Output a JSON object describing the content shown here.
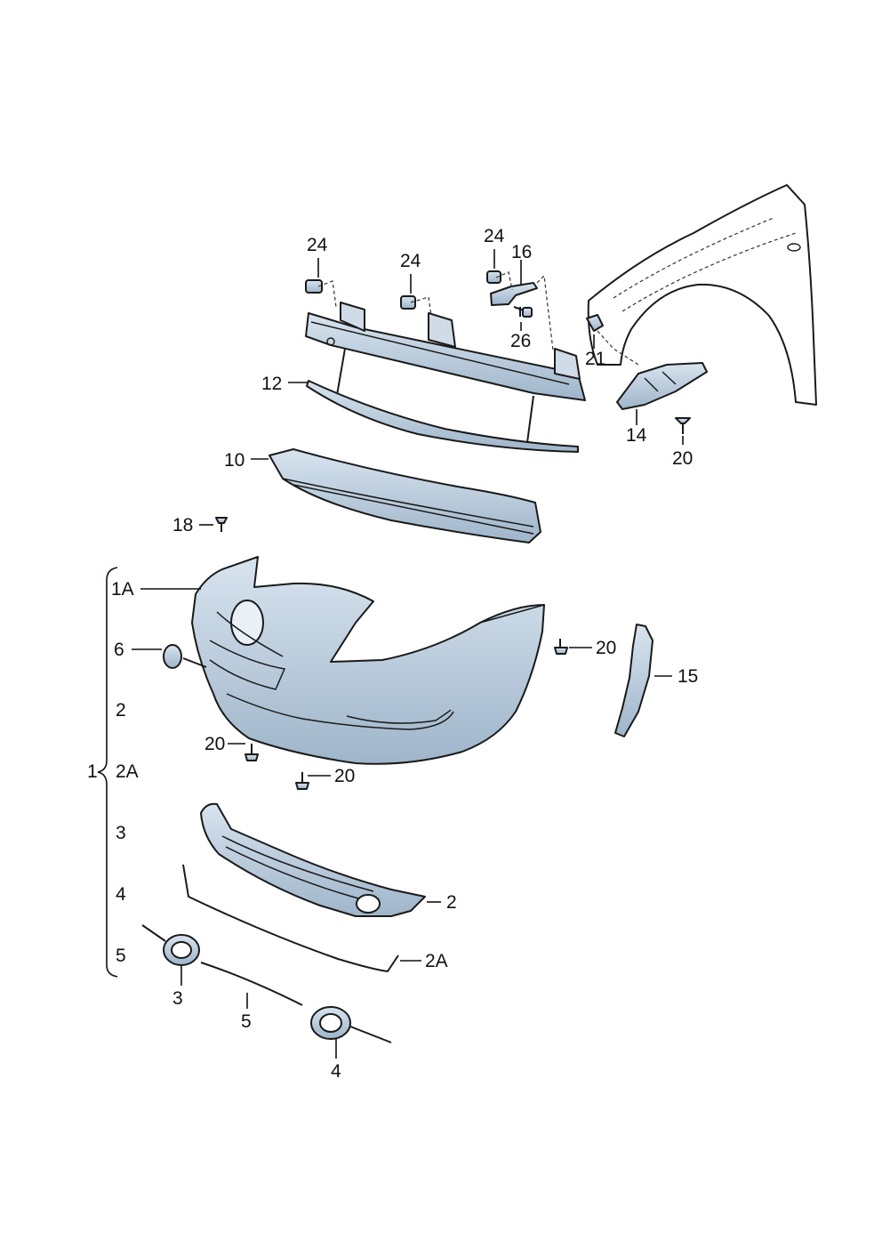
{
  "colors": {
    "part_fill": "#b9cbdc",
    "part_fill_light": "#d2dfeb",
    "part_shadow": "#8fa6bd",
    "outline": "#1a1a1a",
    "fender_fill": "#ffffff"
  },
  "labels": {
    "l24a": "24",
    "l24b": "24",
    "l24c": "24",
    "l16": "16",
    "l26": "26",
    "l21": "21",
    "l14": "14",
    "l20_clip": "20",
    "l12": "12",
    "l10": "10",
    "l18": "18",
    "l1A": "1A",
    "l6": "6",
    "l20_right": "20",
    "l15": "15",
    "l20_left": "20",
    "l20_bottom": "20",
    "l2_grille": "2",
    "l2A_strip": "2A",
    "l3_bezel": "3",
    "l5_strip": "5",
    "l4_bezel": "4"
  },
  "kit": {
    "main": "1",
    "items": [
      "1A",
      "6",
      "2",
      "2A",
      "3",
      "4",
      "5"
    ]
  }
}
